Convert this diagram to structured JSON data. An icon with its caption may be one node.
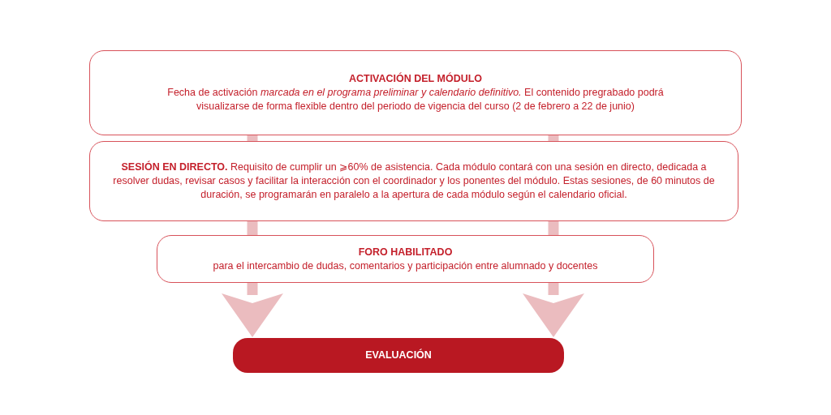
{
  "diagram": {
    "nodes": [
      {
        "text": [
          "ACTIVACIÓN DEL MÓDULO",
          "Fecha de activación *marcada en el programa preliminar y calendario definitivo.* El contenido pregrabado podrá visualizarse de forma flexible dentro del periodo de vigencia del curso (2 de febrero a 22 de junio)"
        ]
      },
      {
        "text": [
          "**SESIÓN EN DIRECTO.** Requisito de cumplir un ⩾60% de asistencia. Cada módulo contará con una sesión en directo, dedicada a resolver dudas, revisar casos y facilitar la interacción con el coordinador y los ponentes del módulo. Estas sesiones, de 60 minutos de duración, se programarán en paralelo a la apertura de cada módulo según el calendario oficial."
        ]
      },
      {
        "text": [
          "FORO HABILITADO",
          "para el intercambio de dudas, comentarios y participación entre alumnado y docentes"
        ]
      },
      {
        "text": [
          "EVALUACIÓN"
        ]
      }
    ],
    "edges": [
      {
        "from": 0,
        "to": 1,
        "arrow": "none"
      },
      {
        "from": 0,
        "to": 1,
        "arrow": "none"
      },
      {
        "from": 1,
        "to": 2,
        "arrow": "none"
      },
      {
        "from": 1,
        "to": 2,
        "arrow": "none"
      },
      {
        "from": 2,
        "to": 3,
        "arrow": "to"
      },
      {
        "from": 2,
        "to": 3,
        "arrow": "to"
      }
    ]
  }
}
